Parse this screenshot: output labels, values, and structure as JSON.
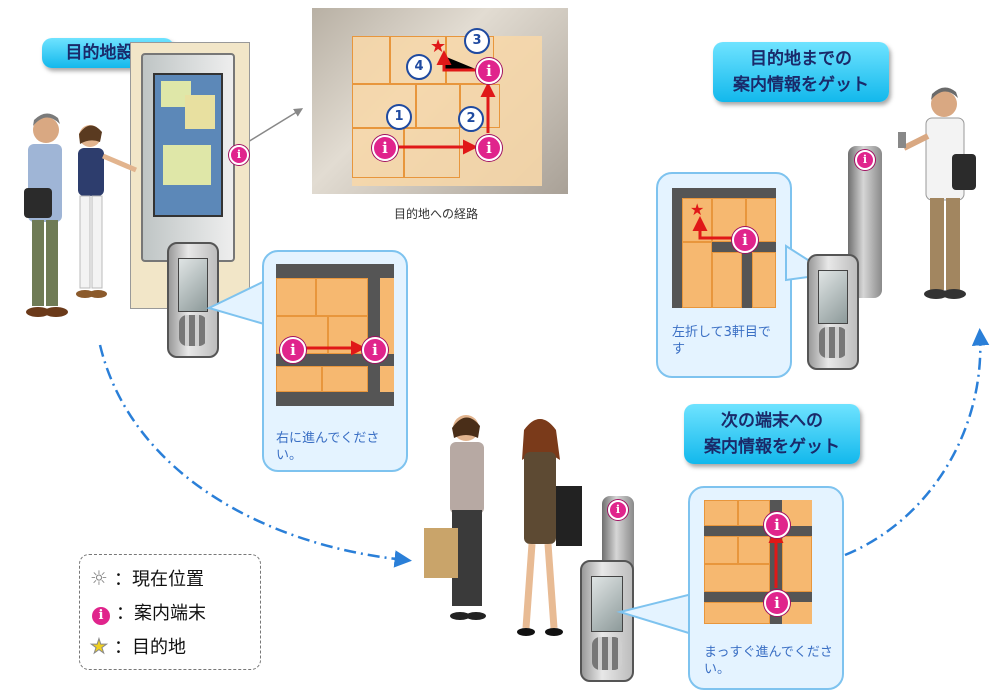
{
  "labels": {
    "destination_setting": "目的地設定",
    "route_caption": "目的地への経路",
    "get_info_to_destination_line1": "目的地までの",
    "get_info_to_destination_line2": "案内情報をゲット",
    "get_info_next_terminal_line1": "次の端末への",
    "get_info_next_terminal_line2": "案内情報をゲット"
  },
  "bubbles": {
    "right_turn": "右に進んでください。",
    "left_third": "左折して3軒目です",
    "straight": "まっすぐ進んでください。"
  },
  "route_steps": [
    "1",
    "2",
    "3",
    "4"
  ],
  "kiosk_symbol": "i",
  "legend": {
    "current_position": "：現在位置",
    "guide_terminal": "：案内端末",
    "destination": "：目的地"
  },
  "colors": {
    "tag_gradient_top": "#6fe3ff",
    "tag_gradient_bottom": "#12b8ec",
    "kiosk": "#e0248c",
    "route_arrow": "#e01818",
    "dash_arrow": "#2a7fd8",
    "map_fill": "#f6b870"
  }
}
